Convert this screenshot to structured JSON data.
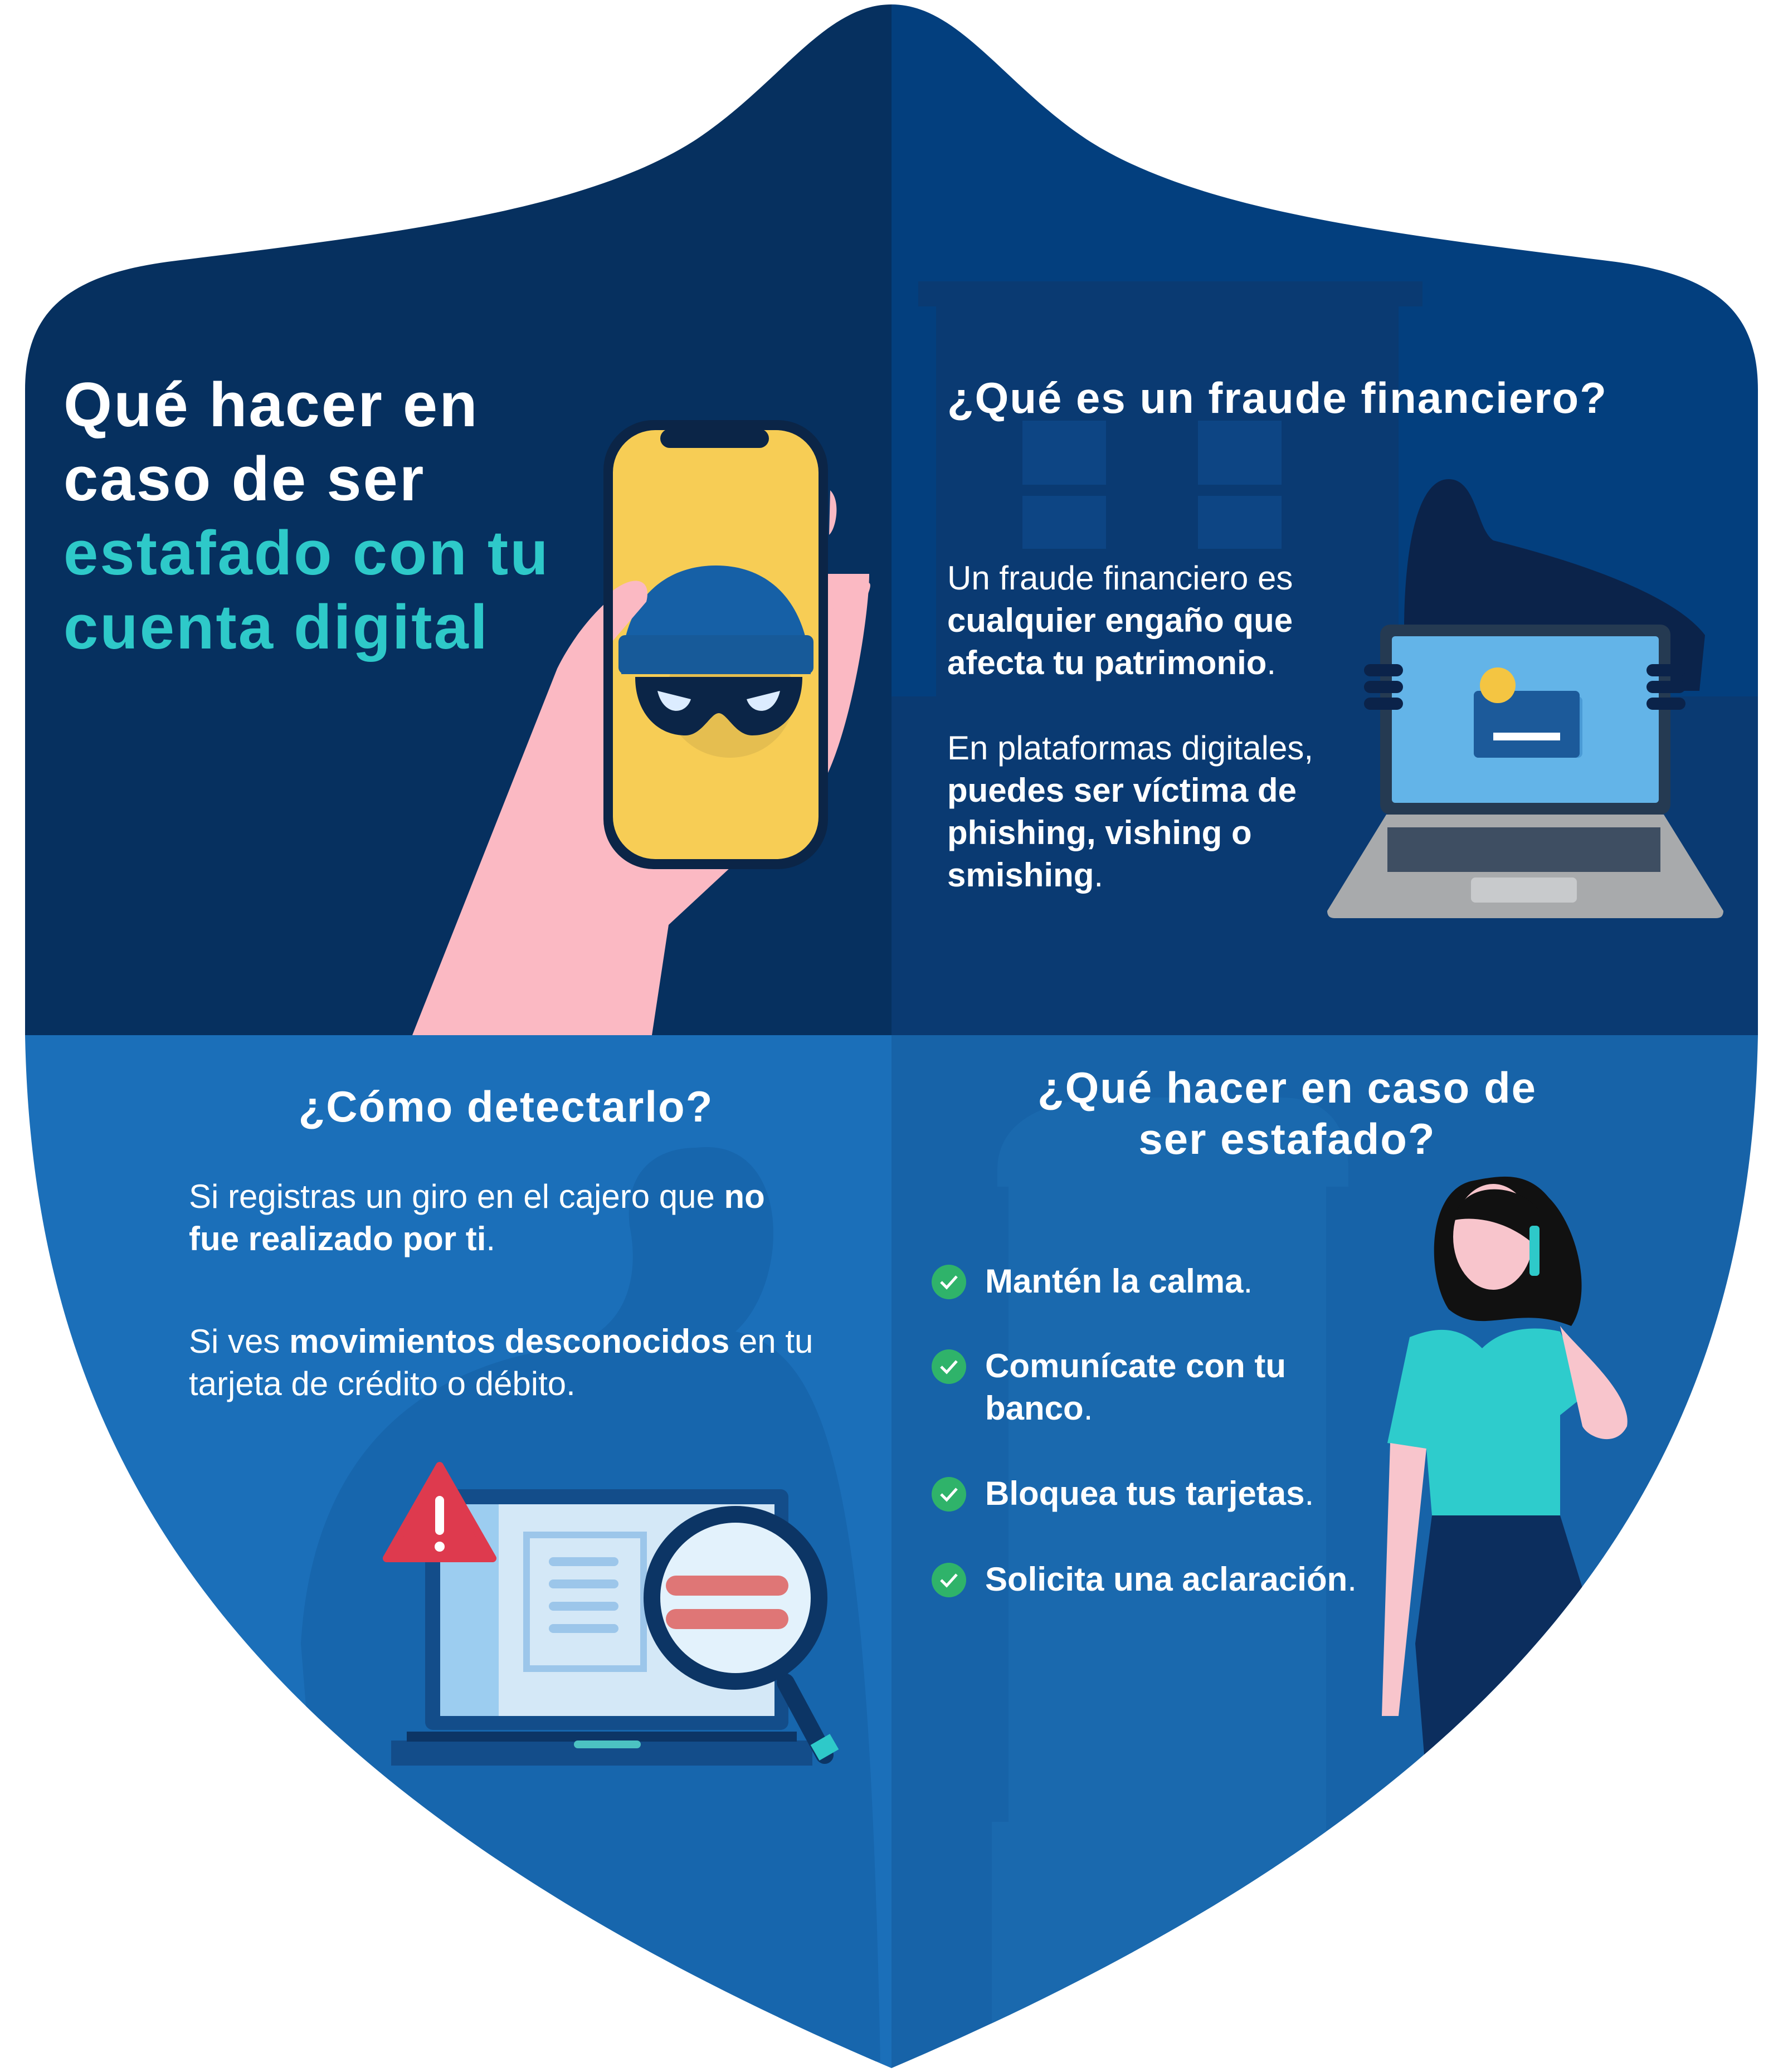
{
  "hero": {
    "line1": "Qué hacer en",
    "line2": "caso de ser",
    "line3": "estafado con tu",
    "line4": "cuenta digital"
  },
  "fraud": {
    "title": "¿Qué es un fraude financiero?",
    "p1": [
      "Un fraude financiero es",
      "cualquier engaño que",
      "afecta tu patrimonio",
      "."
    ],
    "p2": [
      "En plataformas digitales,",
      "puedes ser víctima de",
      "phishing, vishing o",
      "smishing",
      "."
    ]
  },
  "detect": {
    "title": "¿Cómo detectarlo?",
    "p1": [
      "Si registras un giro en el cajero que ",
      "no",
      "fue realizado por ti",
      "."
    ],
    "p2": [
      "Si ves ",
      "movimientos desconocidos",
      " en tu",
      "tarjeta de crédito o débito."
    ]
  },
  "action": {
    "title_line1": "¿Qué hacer en caso de",
    "title_line2": "ser estafado?",
    "steps": [
      {
        "line1": "Mantén la calma",
        "line2": ""
      },
      {
        "line1": "Comunícate con tu",
        "line2": "banco"
      },
      {
        "line1": "Bloquea tus tarjetas",
        "line2": ""
      },
      {
        "line1": "Solicita una aclaración",
        "line2": ""
      }
    ],
    "dot": "."
  },
  "icons": [
    "phone-thief-icon",
    "laptop-card-icon",
    "warning-icon",
    "magnifier-icon",
    "check-icon",
    "woman-phone-icon"
  ],
  "colors": {
    "accent": "#2ec9c9",
    "check": "#2fb36a",
    "q1": "#06305f",
    "q2": "#033f7e",
    "q3": "#1b6fb9",
    "q4": "#1763a8"
  }
}
